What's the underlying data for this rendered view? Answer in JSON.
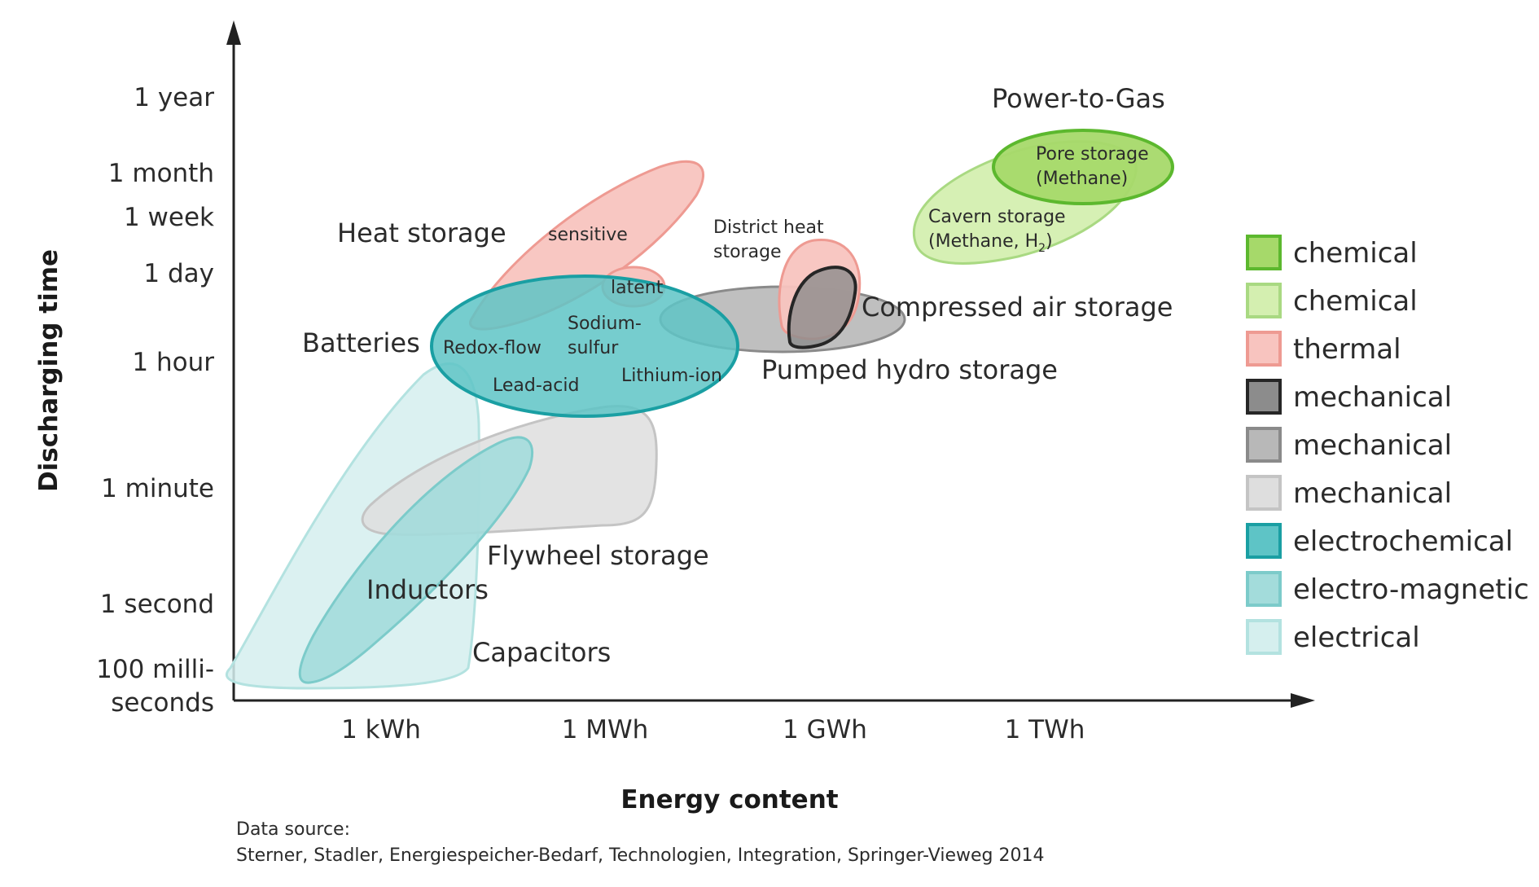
{
  "axes": {
    "y_title": "Discharging time",
    "x_title": "Energy content",
    "y_ticks": [
      "1 year",
      "1 month",
      "1 week",
      "1 day",
      "1 hour",
      "1 minute",
      "1 second",
      "100 milli-",
      "seconds"
    ],
    "x_ticks": [
      "1 kWh",
      "1 MWh",
      "1 GWh",
      "1 TWh"
    ]
  },
  "labels": {
    "power_to_gas": "Power-to-Gas",
    "pore_storage_1": "Pore storage",
    "pore_storage_2": "(Methane)",
    "cavern_storage_1": "Cavern storage",
    "cavern_storage_2": "(Methane, H",
    "cavern_storage_sub": "2",
    "cavern_storage_3": ")",
    "heat_storage": "Heat storage",
    "sensitive": "sensitive",
    "latent": "latent",
    "district_heat_1": "District heat",
    "district_heat_2": "storage",
    "compressed_air": "Compressed air storage",
    "pumped_hydro": "Pumped hydro storage",
    "batteries": "Batteries",
    "redox_flow": "Redox-flow",
    "sodium_1": "Sodium-",
    "sodium_2": "sulfur",
    "lead_acid": "Lead-acid",
    "lithium_ion": "Lithium-ion",
    "flywheel": "Flywheel storage",
    "inductors": "Inductors",
    "capacitors": "Capacitors"
  },
  "legend": [
    {
      "label": "chemical",
      "fill": "#a6d96a",
      "stroke": "#5cb82e"
    },
    {
      "label": "chemical",
      "fill": "#d4efb0",
      "stroke": "#a9d982"
    },
    {
      "label": "thermal",
      "fill": "#f8c4bf",
      "stroke": "#ee9a92"
    },
    {
      "label": "mechanical",
      "fill": "#8c8c8c",
      "stroke": "#262626"
    },
    {
      "label": "mechanical",
      "fill": "#b8b8b8",
      "stroke": "#8a8a8a"
    },
    {
      "label": "mechanical",
      "fill": "#dedede",
      "stroke": "#c4c4c4"
    },
    {
      "label": "electrochemical",
      "fill": "#5ec4c6",
      "stroke": "#1a9fa3"
    },
    {
      "label": "electro-magnetic",
      "fill": "#a3dcdb",
      "stroke": "#7ccbca"
    },
    {
      "label": "electrical",
      "fill": "#d5efee",
      "stroke": "#b3e2e0"
    }
  ],
  "source": {
    "line1": "Data source:",
    "line2": "Sterner, Stadler, Energiespeicher-Bedarf, Technologien, Integration, Springer-Vieweg 2014"
  }
}
